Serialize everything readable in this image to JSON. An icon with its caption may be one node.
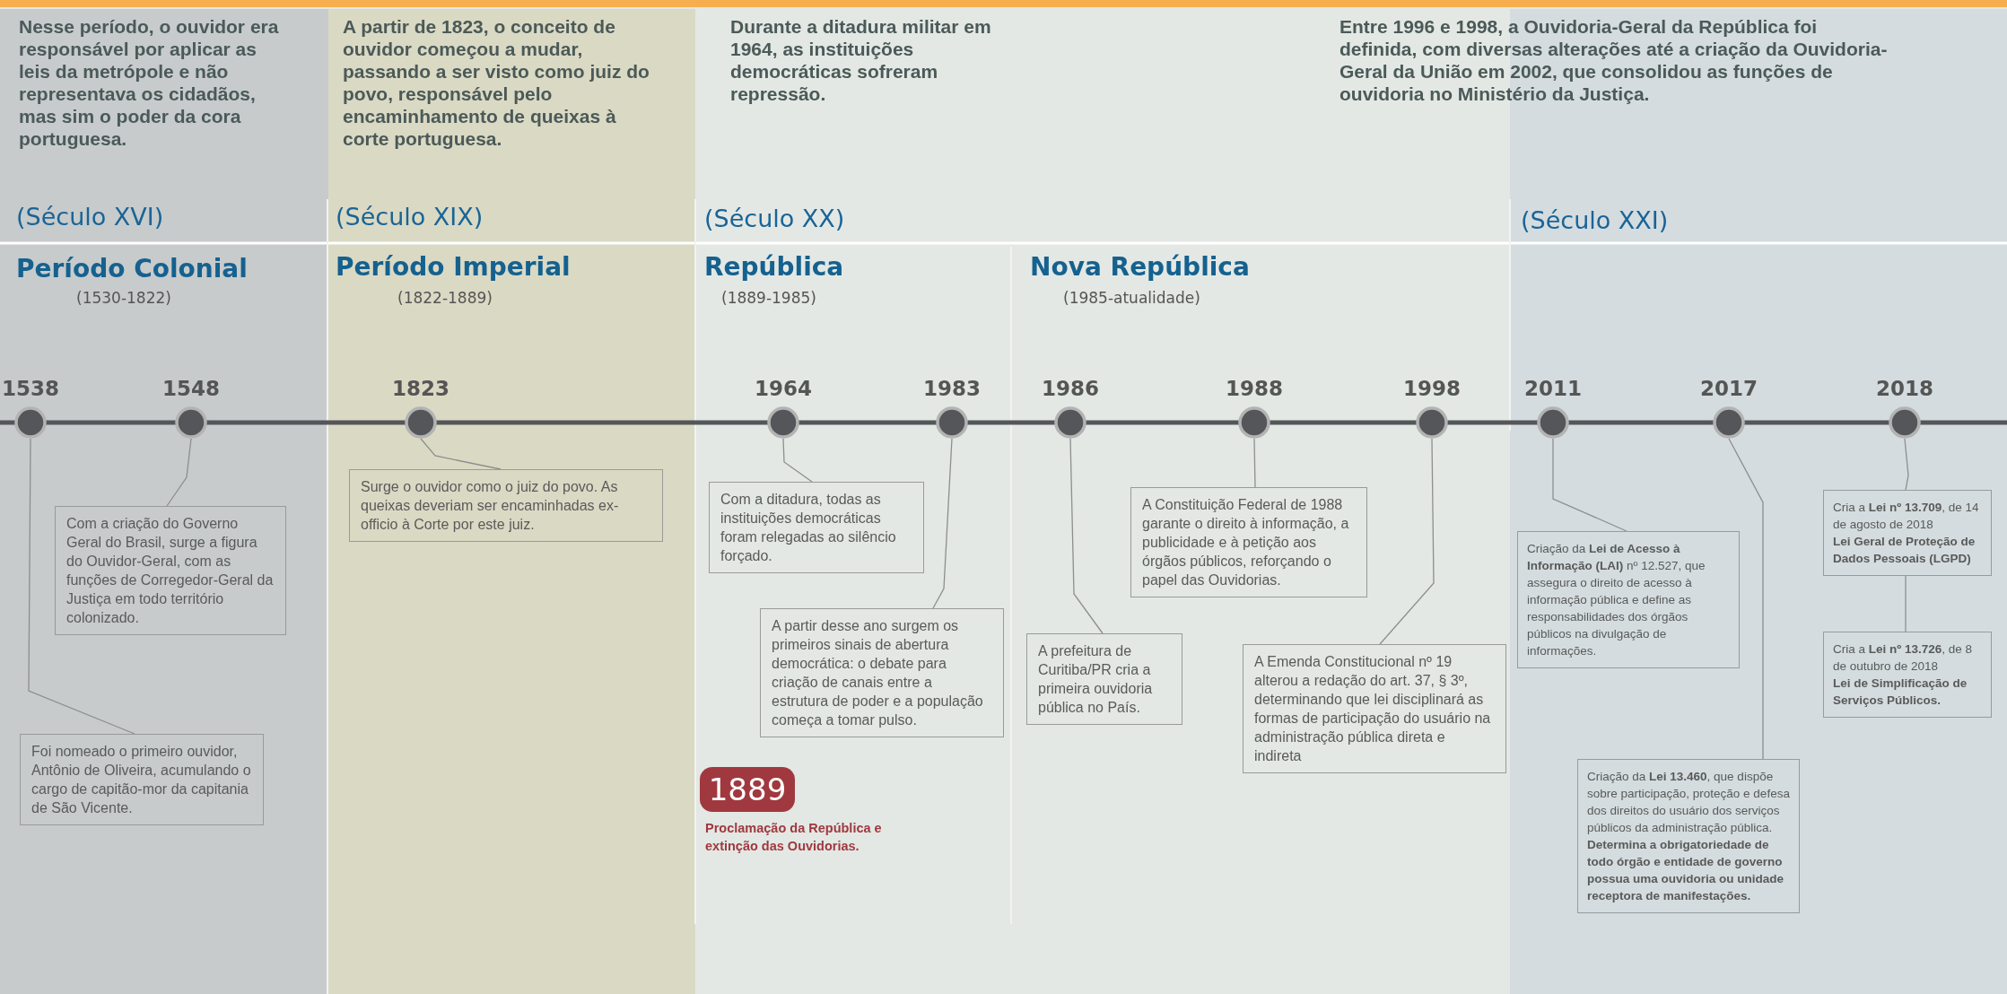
{
  "diagram": {
    "nodes": [
      {
        "text": [
          "Nesse período, o ouvidor era responsável por aplicar as leis da metrópole e não representava os cidadãos, mas sim o poder da cora portuguesa.",
          "(Século XVI)",
          "Período Colonial",
          "(1530-1822)"
        ]
      },
      {
        "text": [
          "A partir de 1823, o conceito de ouvidor começou a mudar, passando a ser visto como juiz do povo, responsável pelo encaminhamento de queixas à corte portuguesa.",
          "(Século XIX)",
          "Período Imperial",
          "(1822-1889)"
        ]
      },
      {
        "text": [
          "Durante a ditadura militar em 1964, as instituições democráticas sofreram repressão.",
          "(Século XX)",
          "República",
          "(1889-1985)",
          "Nova República",
          "(1985-atualidade)"
        ]
      },
      {
        "text": [
          "(Século XXI)"
        ]
      },
      {
        "text": [
          "1538"
        ],
        "in": 0
      },
      {
        "text": [
          "1548"
        ],
        "in": 0
      },
      {
        "text": [
          "Com a criação do Governo Geral do Brasil, surge a figura do Ouvidor-Geral, com as funções de Corregedor-Geral da Justiça em todo território colonizado."
        ],
        "in": 0
      },
      {
        "text": [
          "Foi nomeado o primeiro ouvidor, Antônio de Oliveira, acumulando o cargo de capitão-mor da capitania de São Vicente."
        ],
        "in": 0
      },
      {
        "text": [
          "1823"
        ],
        "in": 1
      },
      {
        "text": [
          "Surge o ouvidor como o juiz do povo. As queixas deveriam ser encaminhadas ex-officio à Corte por este juiz."
        ],
        "in": 1
      },
      {
        "text": [
          "1964"
        ],
        "in": 2
      },
      {
        "text": [
          "1983"
        ],
        "in": 2
      },
      {
        "text": [
          "Com a ditadura, todas as instituições democráticas foram relegadas ao silêncio forçado."
        ],
        "in": 2
      },
      {
        "text": [
          "A partir desse ano surgem os primeiros sinais de abertura democrática: o debate para criação de canais entre a estrutura de poder e a população começa a tomar pulso."
        ],
        "in": 2
      },
      {
        "text": [
          "1889"
        ],
        "beside": [
          "Proclamação da República e extinção das Ouvidorias."
        ],
        "in": 2
      },
      {
        "text": [
          "1986"
        ],
        "in": 2
      },
      {
        "text": [
          "1988"
        ],
        "in": 2
      },
      {
        "text": [
          "1998"
        ],
        "in": 2
      },
      {
        "text": [
          "A Constituição Federal de 1988 garante o direito à informação, a publicidade e à petição aos órgãos públicos, reforçando o papel das Ouvidorias."
        ],
        "in": 2
      },
      {
        "text": [
          "A prefeitura de Curitiba/PR cria a primeira ouvidoria pública no País."
        ],
        "in": 2
      },
      {
        "text": [
          "A Emenda Constitucional nº 19 alterou a redação do art. 37, § 3º, determinando que lei disciplinará as formas de participação do usuário na administração pública direta e indireta"
        ],
        "in": 2
      },
      {
        "text": [
          "2011"
        ],
        "in": 3
      },
      {
        "text": [
          "2017"
        ],
        "in": 3
      },
      {
        "text": [
          "2018"
        ],
        "in": 3
      },
      {
        "text": [
          "Criação da **Lei de Acesso à Informação (LAI)** nº 12.527, que assegura o direito de acesso à informação pública e define as responsabilidades dos órgãos públicos na divulgação de informações."
        ],
        "in": 3
      },
      {
        "text": [
          "Cria a **Lei nº 13.709**, de 14 de agosto de 2018",
          "Lei Geral de Proteção de Dados Pessoais (LGPD)"
        ],
        "in": 3
      },
      {
        "text": [
          "Cria a **Lei nº 13.726**, de 8 de outubro de 2018",
          "Lei de Simplificação de Serviços Públicos."
        ],
        "in": 3
      },
      {
        "text": [
          "Criação da **Lei 13.460**, que dispõe sobre participação, proteção e defesa dos direitos do usuário dos serviços públicos da administração pública.",
          "Determina a obrigatoriedade de todo órgão e entidade de governo possua uma ouvidoria ou unidade receptora de manifestações."
        ],
        "in": 3
      }
    ],
    "edges": [
      {
        "from": 4,
        "to": 7,
        "arrow": "none"
      },
      {
        "from": 5,
        "to": 6,
        "arrow": "none"
      },
      {
        "from": 8,
        "to": 9,
        "arrow": "none"
      },
      {
        "from": 10,
        "to": 12,
        "arrow": "none"
      },
      {
        "from": 11,
        "to": 13,
        "arrow": "none"
      },
      {
        "from": 15,
        "to": 19,
        "arrow": "none"
      },
      {
        "from": 16,
        "to": 18,
        "arrow": "none"
      },
      {
        "from": 17,
        "to": 20,
        "arrow": "none"
      },
      {
        "from": 21,
        "to": 24,
        "arrow": "none"
      },
      {
        "from": 22,
        "to": 27,
        "arrow": "none"
      },
      {
        "from": 23,
        "to": 25,
        "arrow": "none"
      },
      {
        "from": 25,
        "to": 26,
        "arrow": "none"
      }
    ],
    "labels": [
      "Entre 1996 e 1998, a Ouvidoria-Geral da República foi definida, com diversas alterações até a criação da Ouvidoria-Geral da União em 2002, que consolidou as funções de ouvidoria no Ministério da Justiça."
    ]
  }
}
